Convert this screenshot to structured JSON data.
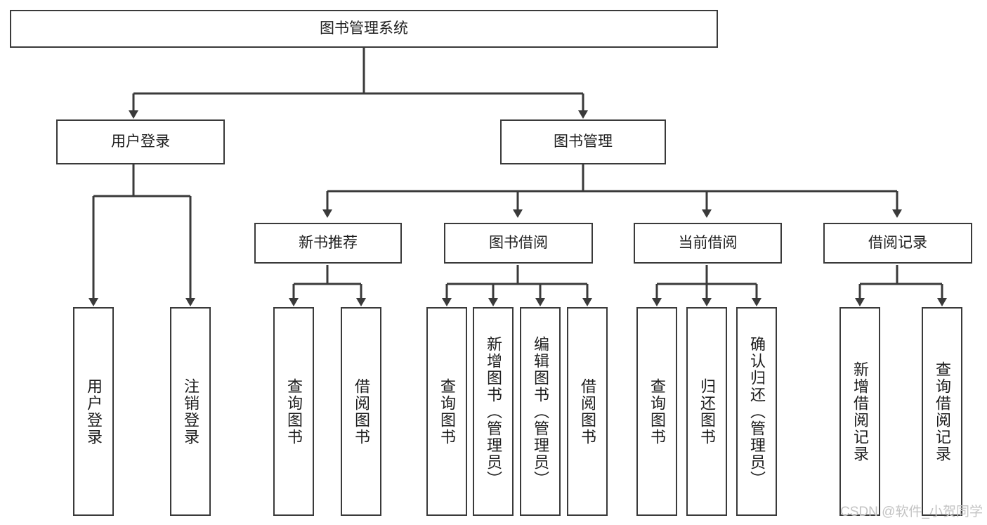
{
  "diagram": {
    "type": "tree-hierarchy",
    "title": "图书管理系统",
    "root": {
      "id": "root",
      "label": "图书管理系统"
    },
    "level2": [
      {
        "id": "user-login",
        "label": "用户登录"
      },
      {
        "id": "book-manage",
        "label": "图书管理"
      }
    ],
    "level3": [
      {
        "id": "new-book-rec",
        "label": "新书推荐",
        "parent": "book-manage"
      },
      {
        "id": "book-borrow",
        "label": "图书借阅",
        "parent": "book-manage"
      },
      {
        "id": "current-borrow",
        "label": "当前借阅",
        "parent": "book-manage"
      },
      {
        "id": "borrow-record",
        "label": "借阅记录",
        "parent": "book-manage"
      }
    ],
    "leaves": [
      {
        "id": "leaf-user-login",
        "label": "用户登录",
        "parent": "user-login"
      },
      {
        "id": "leaf-logout",
        "label": "注销登录",
        "parent": "user-login"
      },
      {
        "id": "leaf-query-book-1",
        "label": "查询图书",
        "parent": "new-book-rec"
      },
      {
        "id": "leaf-borrow-book-1",
        "label": "借阅图书",
        "parent": "new-book-rec"
      },
      {
        "id": "leaf-query-book-2",
        "label": "查询图书",
        "parent": "book-borrow"
      },
      {
        "id": "leaf-add-book",
        "label": "新增图书（管理员）",
        "parent": "book-borrow"
      },
      {
        "id": "leaf-edit-book",
        "label": "编辑图书（管理员）",
        "parent": "book-borrow"
      },
      {
        "id": "leaf-borrow-book-2",
        "label": "借阅图书",
        "parent": "book-borrow"
      },
      {
        "id": "leaf-query-book-3",
        "label": "查询图书",
        "parent": "current-borrow"
      },
      {
        "id": "leaf-return-book",
        "label": "归还图书",
        "parent": "current-borrow"
      },
      {
        "id": "leaf-confirm-return",
        "label": "确认归还（管理员）",
        "parent": "current-borrow"
      },
      {
        "id": "leaf-add-record",
        "label": "新增借阅记录",
        "parent": "borrow-record"
      },
      {
        "id": "leaf-query-record",
        "label": "查询借阅记录",
        "parent": "borrow-record"
      }
    ],
    "colors": {
      "stroke": "#3a3a3a",
      "text": "#1d1d1d",
      "background": "#ffffff",
      "watermark": "#c3c3c3"
    }
  },
  "watermark": {
    "text": "CSDN @软件_小贺同学"
  }
}
